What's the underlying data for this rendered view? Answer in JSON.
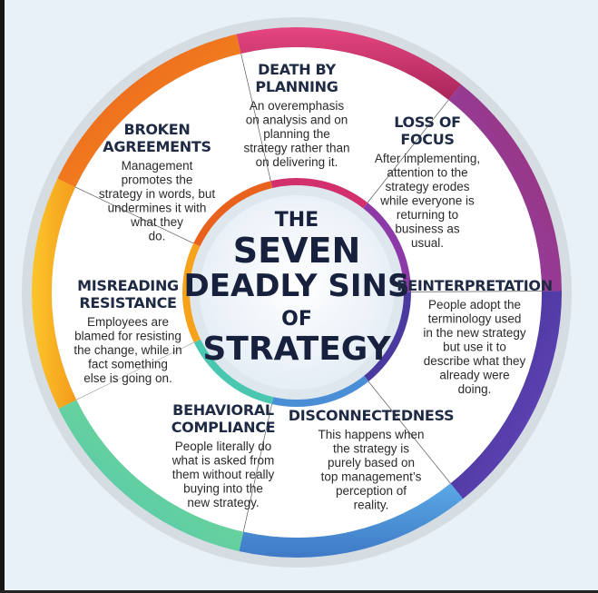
{
  "center": {
    "line1": "THE",
    "line2": "SEVEN",
    "line3": "DEADLY SINS",
    "line4": "OF",
    "line5": "STRATEGY"
  },
  "segments": [
    {
      "id": "death-by-planning",
      "title": [
        "DEATH BY",
        "PLANNING"
      ],
      "description": [
        "An overemphasis",
        "on analysis and on",
        "planning the",
        "strategy rather than",
        "on delivering it."
      ],
      "color": "#f6a21a"
    },
    {
      "id": "loss-of-focus",
      "title": [
        "LOSS OF",
        "FOCUS"
      ],
      "description": [
        "After implementing,",
        "attention to the",
        "strategy erodes",
        "while everyone is",
        "returning to",
        "business as",
        "usual."
      ],
      "color": "#e8621e"
    },
    {
      "id": "reinterpretation",
      "title": [
        "REINTERPRETATION"
      ],
      "description": [
        "People adopt the",
        "terminology used",
        "in the new strategy",
        "but use it to",
        "describe what they",
        "already were",
        "doing."
      ],
      "color": "#d22f6d"
    },
    {
      "id": "disconnectedness",
      "title": [
        "DISCONNECTEDNESS"
      ],
      "description": [
        "This happens when",
        "the strategy is",
        "purely based on",
        "top management’s",
        "perception of",
        "reality."
      ],
      "color": "#8d3aa8"
    },
    {
      "id": "behavioral-compliance",
      "title": [
        "BEHAVIORAL",
        "COMPLIANCE"
      ],
      "description": [
        "People literally do",
        "what is asked from",
        "them without really",
        "buying into the",
        "new strategy."
      ],
      "color": "#4a3aa0"
    },
    {
      "id": "misreading-resistance",
      "title": [
        "MISREADING",
        "RESISTANCE"
      ],
      "description": [
        "Employees are",
        "blamed for resisting",
        "the change, while in",
        "fact something",
        "else is going on."
      ],
      "color": "#4a8fd6"
    },
    {
      "id": "broken-agreements",
      "title": [
        "BROKEN",
        "AGREEMENTS"
      ],
      "description": [
        "Management",
        "promotes the",
        "strategy in words, but",
        "undermines it with",
        "what they",
        "do."
      ],
      "color": "#49c7b0"
    }
  ]
}
